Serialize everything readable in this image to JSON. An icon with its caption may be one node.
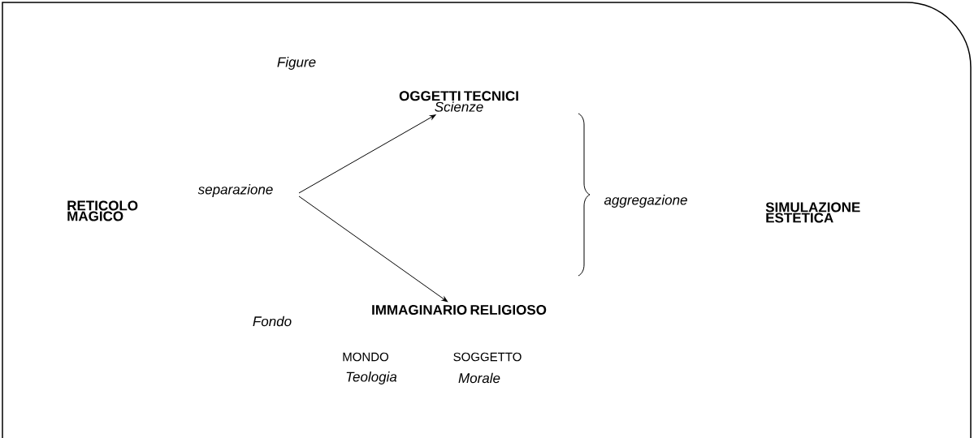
{
  "diagram": {
    "nodes": [
      {
        "text": [
          "RETICOLO MAGICO"
        ]
      },
      {
        "text": [
          "OGGETTI TECNICI",
          "Scienze"
        ]
      },
      {
        "text": [
          "IMMAGINARIO RELIGIOSO"
        ]
      },
      {
        "text": [
          "SIMULAZIONE ESTETICA"
        ]
      }
    ],
    "edges": [
      {
        "from": null,
        "to": 1,
        "arrow": "to"
      },
      {
        "from": null,
        "to": 2,
        "arrow": "to"
      }
    ],
    "labels": [
      "Figure",
      "separazione",
      "aggregazione",
      "Fondo",
      "MONDO",
      "SOGGETTO",
      "Teologia",
      "Morale"
    ]
  }
}
